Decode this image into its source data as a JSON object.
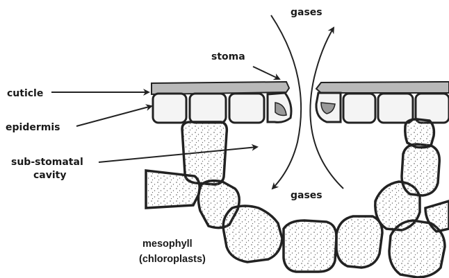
{
  "labels": {
    "gases_top": "gases",
    "gases_bottom": "gases",
    "stoma": "stoma",
    "cuticle": "cuticle",
    "epidermis": "epidermis",
    "sub_stomatal_line1": "sub-stomatal",
    "sub_stomatal_line2": "cavity",
    "mesophyll_line1": "mesophyll",
    "mesophyll_line2": "(chloroplasts)"
  },
  "colors": {
    "cuticle": "#b9b9b9",
    "cell_outline": "#222222",
    "cell_fill": "#f4f4f4",
    "dots": "#555555",
    "arrows": "#222222"
  }
}
